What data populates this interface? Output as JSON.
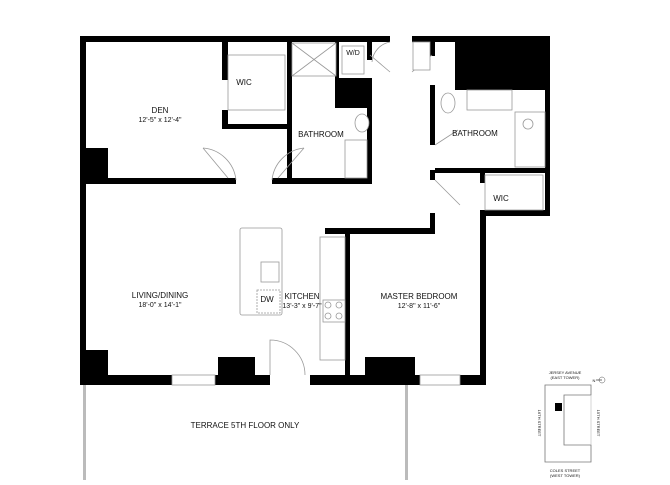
{
  "rooms": {
    "den": {
      "name": "DEN",
      "size": "12'-5\" x 12'-4\""
    },
    "wic_den": {
      "name": "WIC"
    },
    "bathroom_1": {
      "name": "BATHROOM"
    },
    "wd": {
      "name": "W/D"
    },
    "bathroom_2": {
      "name": "BATHROOM"
    },
    "wic_master": {
      "name": "WIC"
    },
    "living": {
      "name": "LIVING/DINING",
      "size": "18'-0\" x 14'-1\""
    },
    "kitchen": {
      "name": "KITCHEN",
      "size": "13'-3\" x 9'-7\""
    },
    "dw": {
      "name": "DW"
    },
    "master": {
      "name": "MASTER BEDROOM",
      "size": "12'-8\" x 11'-6\""
    },
    "terrace": {
      "name": "TERRACE 5TH FLOOR ONLY"
    }
  },
  "key_plan": {
    "top": "JERSEY AVENUE",
    "top_sub": "(EAST TOWER)",
    "left": "16TH STREET",
    "right": "15TH STREET",
    "bottom": "COLES STREET",
    "bottom_sub": "(WEST TOWER)",
    "north": "N"
  }
}
